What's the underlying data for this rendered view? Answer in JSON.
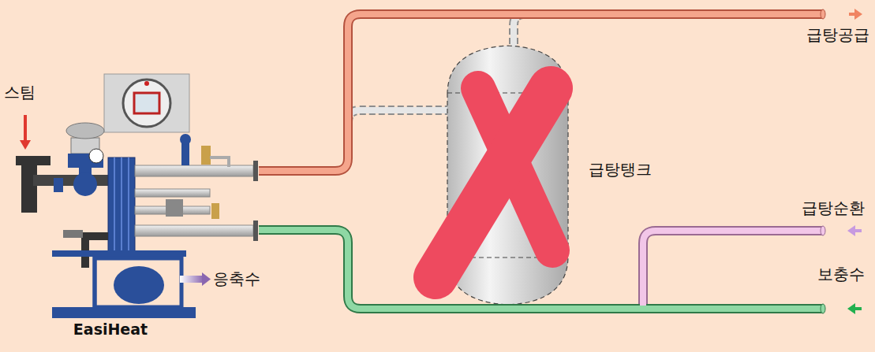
{
  "diagram": {
    "nodes": [
      {
        "text": [
          "EasiHeat"
        ]
      },
      {
        "text": [
          "급탕탱크"
        ]
      }
    ],
    "labels": [
      "스팀",
      "응축수",
      "급탕공급",
      "급탕순환",
      "보충수"
    ]
  }
}
